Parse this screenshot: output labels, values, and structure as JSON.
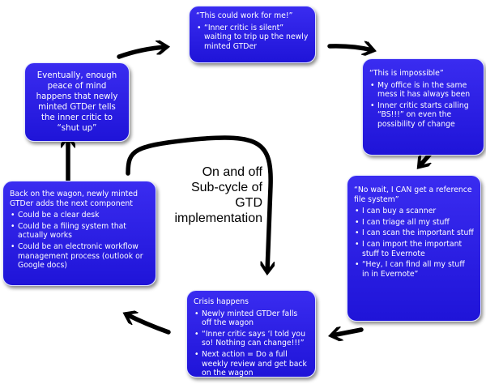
{
  "boxes": {
    "works": {
      "title": "“This could work for me!”",
      "bullets": [
        "“Inner critic is silent” waiting to trip up the newly minted GTDer"
      ]
    },
    "impossible": {
      "title": "“This is impossible”",
      "bullets": [
        "My office is in the same mess it has always been",
        "Inner critic starts calling “BS!!!” on even the possibility of change"
      ]
    },
    "nowait": {
      "title": "“No wait, I CAN get a reference file system”",
      "bullets": [
        "I can buy a scanner",
        "I can triage all my stuff",
        "I can scan the important stuff",
        "I can import the important stuff to Evernote",
        "“Hey, I can find all my stuff in in Evernote”"
      ]
    },
    "crisis": {
      "title": "Crisis happens",
      "bullets": [
        "Newly minted GTDer falls off the wagon",
        "“Inner critic says ‘I told you so!  Nothing can change!!!”",
        "Next action = Do a full weekly review and get back on the wagon"
      ]
    },
    "back": {
      "title": "Back on the wagon, newly minted GTDer adds the next component",
      "bullets": [
        "Could be a clear desk",
        "Could be a filing system that actually works",
        "Could be an electronic workflow management process (outlook or Google docs)"
      ]
    },
    "eventually": {
      "title": "Eventually, enough peace of mind happens that newly minted GTDer tells the inner critic to “shut up”"
    }
  },
  "subcycle_label": [
    "On and off",
    "Sub-cycle of",
    "GTD",
    "implementation"
  ],
  "colors": {
    "box_fill": "#2a1ee6",
    "arrow": "#000000"
  }
}
